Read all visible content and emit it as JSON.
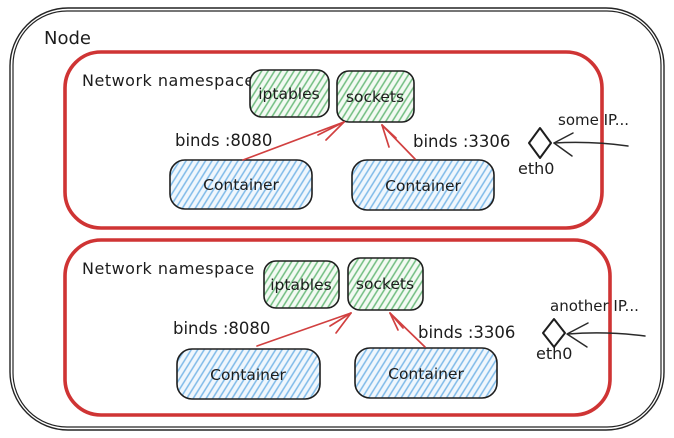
{
  "node": {
    "label": "Node"
  },
  "colors": {
    "namespace_border": "#cf3434",
    "arrow_red": "#d14040",
    "box_border": "#1e1e1e",
    "green_hatch": "#6fbc7f",
    "blue_hatch": "#7db9e8",
    "ink": "#1d1d1d",
    "background": "#ffffff"
  },
  "namespaces": [
    {
      "label": "Network namespace",
      "iptables_label": "iptables",
      "sockets_label": "sockets",
      "containers": [
        {
          "label": "Container",
          "binds_label": "binds :8080"
        },
        {
          "label": "Container",
          "binds_label": "binds :3306"
        }
      ],
      "interface": {
        "device": "eth0",
        "ip": "some IP..."
      }
    },
    {
      "label": "Network namespace",
      "iptables_label": "iptables",
      "sockets_label": "sockets",
      "containers": [
        {
          "label": "Container",
          "binds_label": "binds :8080"
        },
        {
          "label": "Container",
          "binds_label": "binds :3306"
        }
      ],
      "interface": {
        "device": "eth0",
        "ip": "another IP..."
      }
    }
  ]
}
